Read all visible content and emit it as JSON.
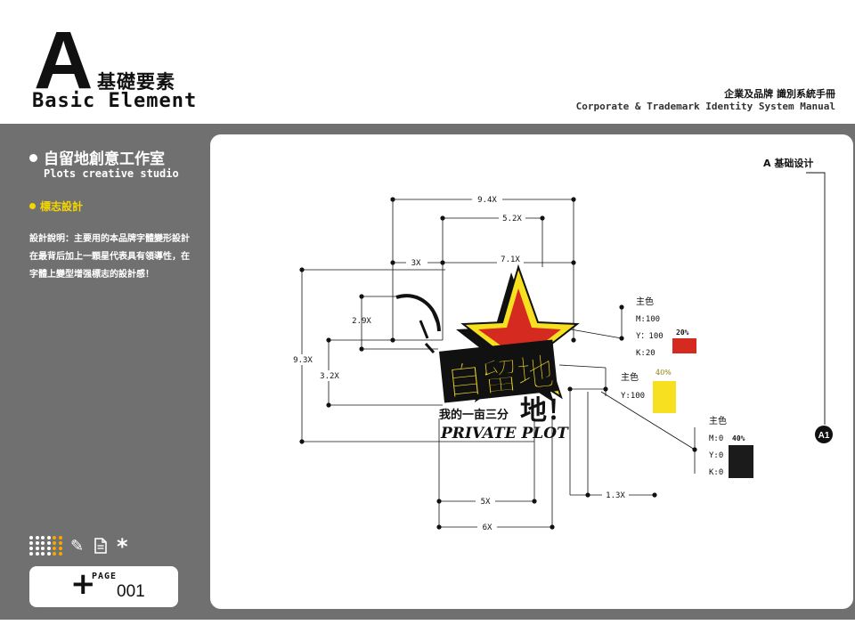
{
  "header": {
    "letter": "A",
    "title_cn": "基礎要素",
    "title_en": "Basic Element",
    "manual_cn": "企業及品牌 識別系統手冊",
    "manual_en": "Corporate & Trademark Identity System Manual"
  },
  "sidebar": {
    "studio_cn": "自留地創意工作室",
    "studio_en": "Plots creative studio",
    "section_label": "標志設計",
    "description": "設計說明：主要用的本品牌字體變形設計在最背后加上一顆星代表具有領導性，在字體上變型增强標志的設計感！"
  },
  "page": {
    "label": "PAGE",
    "number": "001"
  },
  "card": {
    "heading": "A 基础设计",
    "badge": "A1"
  },
  "logo": {
    "main_text": "自留地",
    "tagline": "我的一亩三分",
    "big_char": "地！",
    "subtitle": "PRIVATE PLOT"
  },
  "dimensions": {
    "top_width": "9.4X",
    "star_width": "5.2X",
    "left_span": "3X",
    "right_span": "7.1X",
    "burst_height": "2.9X",
    "total_height": "9.3X",
    "text_height": "3.2X",
    "bottom_inner": "5X",
    "bottom_outer": "6X",
    "side_gap": "1.3X"
  },
  "colors": [
    {
      "label": "主色",
      "specs": [
        "M:100",
        "Y：100",
        "K:20"
      ],
      "percent": "20%",
      "hex": "#d42a20"
    },
    {
      "label": "主色",
      "specs": [
        "Y:100"
      ],
      "percent": "40%",
      "hex": "#f6e020"
    },
    {
      "label": "主色",
      "specs": [
        "M:0",
        "Y:0",
        "K:0"
      ],
      "percent": "40%",
      "hex": "#1b1b1b"
    }
  ]
}
